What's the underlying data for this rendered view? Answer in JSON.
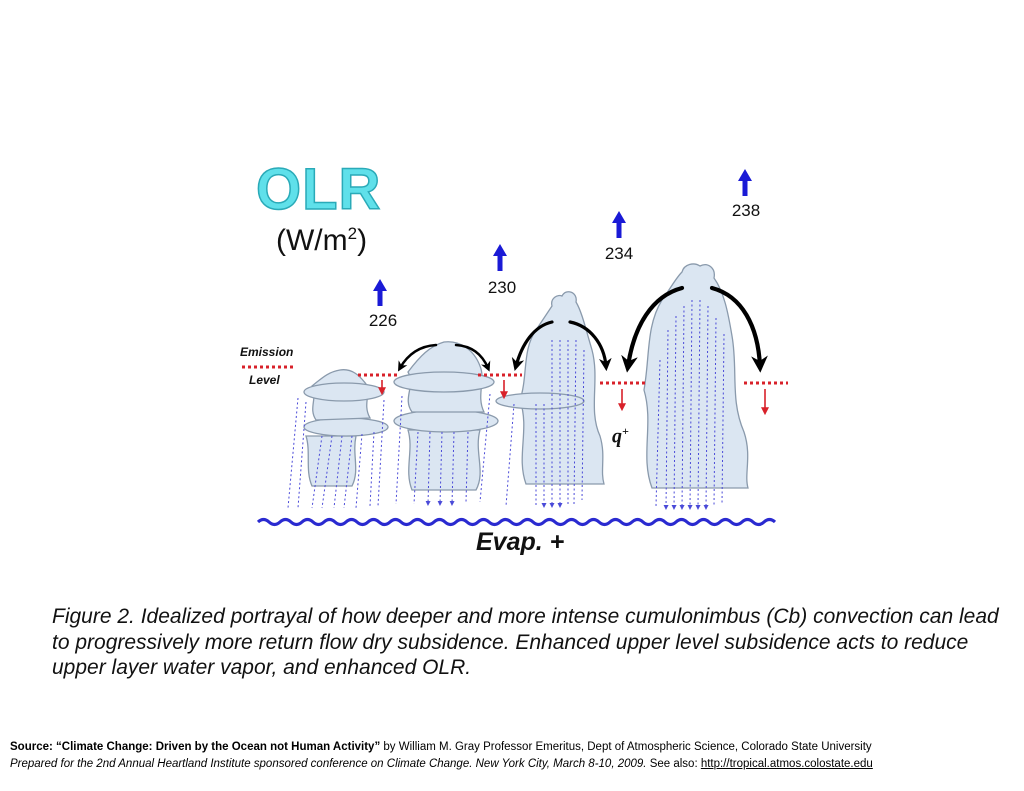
{
  "diagram": {
    "olr_title": "OLR",
    "olr_units_base": "(W/m",
    "olr_units_exp": "2",
    "olr_units_close": ")",
    "olr_values": [
      "226",
      "230",
      "234",
      "238"
    ],
    "emission_label_1": "Emission",
    "emission_label_2": "Level",
    "q_label": "q",
    "q_sup": "+",
    "evap_label": "Evap. +",
    "colors": {
      "olr_title": "#5fe0ea",
      "up_arrow": "#1a1ad6",
      "emission_level": "#d8212a",
      "cloud_fill": "#dbe6f2",
      "water": "#2a2ad0",
      "rain": "#4a4ad8",
      "return_arrow": "#000000"
    },
    "icons": {
      "olr_arrow": "up-arrow-icon",
      "subsidence_arrow": "down-arrow-icon",
      "return_flow": "curved-arrow-icon",
      "ocean": "wave-icon"
    }
  },
  "caption": "Figure 2.  Idealized portrayal of how deeper and more intense cumulonimbus (Cb) convection can lead to progressively more return flow dry subsidence.  Enhanced upper level subsidence acts to reduce upper layer water vapor, and enhanced OLR.",
  "source": {
    "label": "Source: “Climate Change: Driven by the Ocean not Human Activity”",
    "author": " by William M. Gray Professor Emeritus, Dept of Atmospheric Science, Colorado State University",
    "prepared": "Prepared for the 2nd Annual Heartland Institute sponsored conference on Climate Change. New York City, March 8-10, 2009.",
    "see_also": " See also: ",
    "link": "http://tropical.atmos.colostate.edu "
  }
}
